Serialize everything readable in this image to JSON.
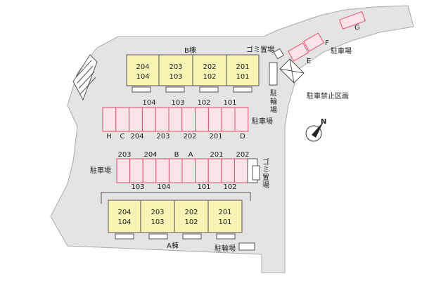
{
  "building_b": {
    "name": "B棟",
    "units": [
      {
        "top": "204",
        "bottom": "104"
      },
      {
        "top": "203",
        "bottom": "103"
      },
      {
        "top": "202",
        "bottom": "102"
      },
      {
        "top": "201",
        "bottom": "101"
      }
    ]
  },
  "building_a": {
    "name": "A棟",
    "units": [
      {
        "top": "204",
        "bottom": "104"
      },
      {
        "top": "203",
        "bottom": "103"
      },
      {
        "top": "202",
        "bottom": "102"
      },
      {
        "top": "201",
        "bottom": "101"
      }
    ]
  },
  "parking_top": {
    "name": "駐車場",
    "above_labels": [
      "104",
      "103",
      "102",
      "101"
    ],
    "below_labels": [
      "H",
      "C",
      "204",
      "203",
      "202",
      "201",
      "D"
    ]
  },
  "parking_middle": {
    "name": "駐車場",
    "above_labels": [
      "203",
      "204",
      "B",
      "A",
      "201",
      "202"
    ],
    "below_labels": [
      "103",
      "104",
      "101",
      "102"
    ]
  },
  "parking_northeast": {
    "name": "駐車場",
    "slots": [
      "E",
      "F",
      "G"
    ]
  },
  "facilities": {
    "garbage_top": "ゴミ置場",
    "garbage_middle": "ゴミ置場",
    "bicycle_top": "駐輪場",
    "bicycle_bottom": "駐輪場",
    "no_parking": "駐車禁止区画"
  },
  "compass": {
    "label": "N"
  },
  "colors": {
    "building_fill": "#f8f4b4",
    "parking_fill": "#fbe3ea",
    "parking_stroke": "#e05070",
    "ground": "#e4e4e4"
  }
}
